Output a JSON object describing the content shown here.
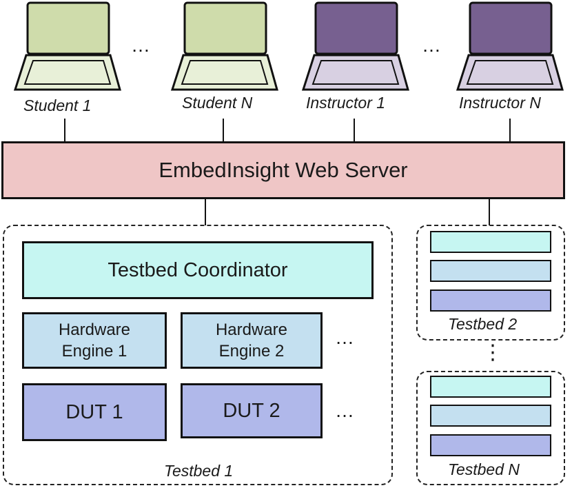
{
  "clients": [
    {
      "label": "Student 1",
      "screen_color": "#cfdcab",
      "base_color": "#e8f0d8"
    },
    {
      "label": "Student N",
      "screen_color": "#cfdcab",
      "base_color": "#e8f0d8"
    },
    {
      "label": "Instructor 1",
      "screen_color": "#776090",
      "base_color": "#d8d0e2"
    },
    {
      "label": "Instructor N",
      "screen_color": "#776090",
      "base_color": "#d8d0e2"
    }
  ],
  "ellipsis": "…",
  "server": {
    "label": "EmbedInsight Web Server",
    "color": "#efc6c6"
  },
  "testbed1": {
    "label": "Testbed 1",
    "coordinator": {
      "label": "Testbed Coordinator",
      "color": "#c6f6f2"
    },
    "engines": [
      "Hardware Engine 1",
      "Hardware Engine 2"
    ],
    "engine_color": "#c4e0f0",
    "duts": [
      "DUT 1",
      "DUT 2"
    ],
    "dut_color": "#b0b8ea"
  },
  "testbed2": {
    "label": "Testbed 2"
  },
  "testbedN": {
    "label": "Testbed N"
  },
  "vertical_ellipsis": "⋮"
}
